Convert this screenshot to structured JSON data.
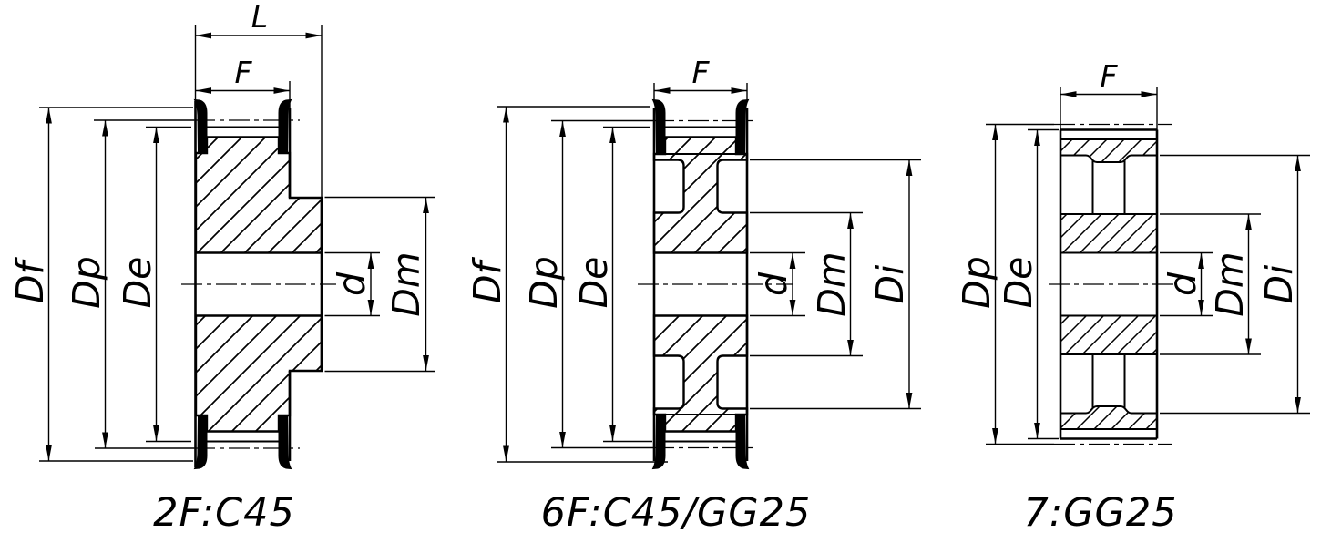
{
  "drawing": {
    "colors": {
      "line": "#000000",
      "background": "#ffffff"
    },
    "figures": [
      {
        "caption": "2F:C45",
        "dim_labels": {
          "L": "L",
          "F": "F",
          "Df": "Df",
          "Dp": "Dp",
          "De": "De",
          "d": "d",
          "Dm": "Dm"
        }
      },
      {
        "caption": "6F:C45/GG25",
        "dim_labels": {
          "F": "F",
          "Df": "Df",
          "Dp": "Dp",
          "De": "De",
          "d": "d",
          "Dm": "Dm",
          "Di": "Di"
        }
      },
      {
        "caption": "7:GG25",
        "dim_labels": {
          "F": "F",
          "Dp": "Dp",
          "De": "De",
          "d": "d",
          "Dm": "Dm",
          "Di": "Di"
        }
      }
    ]
  }
}
